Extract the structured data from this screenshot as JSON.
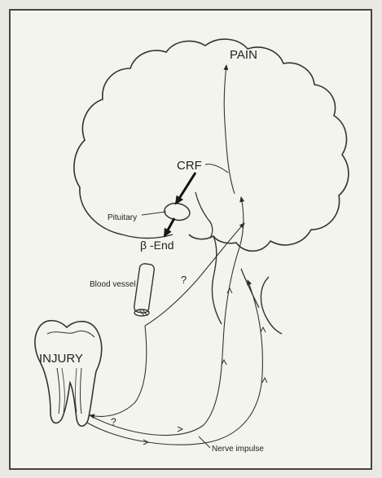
{
  "labels": {
    "pain": "PAIN",
    "crf": "CRF",
    "pituitary": "Pituitary",
    "beta_end": "β -End",
    "blood_vessel": "Blood vessel",
    "question_upper": "?",
    "injury": "INJURY",
    "question_lower": "?",
    "nerve_impulse": "Nerve impulse"
  },
  "colors": {
    "background": "#e9e9e1",
    "frame": "#f4f4ee",
    "ink": "#2a2a2a"
  }
}
